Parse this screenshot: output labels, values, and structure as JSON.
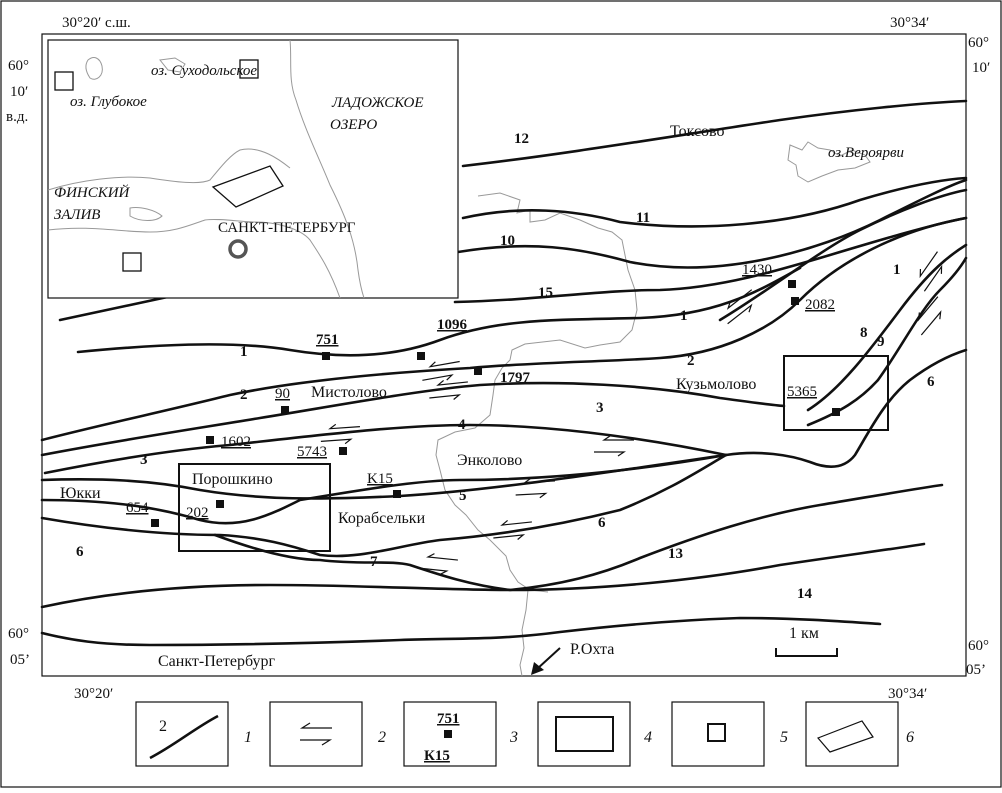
{
  "coordinates": {
    "top_left_lon": "30°20′ с.ш.",
    "top_right_lon": "30°34′",
    "bottom_left_lon": "30°20′",
    "bottom_right_lon": "30°34′",
    "left_top_lat_deg": "60°",
    "left_top_lat_min": "10′",
    "left_top_lat_unit": "в.д.",
    "right_top_lat_deg": "60°",
    "right_top_lat_min": "10′",
    "left_bottom_lat_deg": "60°",
    "left_bottom_lat_min": "05’",
    "right_bottom_lat_deg": "60°",
    "right_bottom_lat_min": "05’"
  },
  "inset": {
    "lake_sukhodolskoe": "оз. Суходольское",
    "lake_glubokoe": "оз. Глубокое",
    "ladoga_line1": "ЛАДОЖСКОЕ",
    "ladoga_line2": "ОЗЕРО",
    "gulf_line1": "ФИНСКИЙ",
    "gulf_line2": "ЗАЛИВ",
    "city": "САНКТ-ПЕТЕРБУРГ"
  },
  "places": {
    "toksovo": "Токсово",
    "lake_veroyarvi": "оз.Вероярви",
    "mistolovo": "Мистолово",
    "kuzmolovo": "Кузьмолово",
    "enkolovo": "Энколово",
    "poroshkino": "Порошкино",
    "yukki": "Юкки",
    "korabselki": "Корабсельки",
    "saint_petersburg": "Санкт-Петербург",
    "river_okhta": "Р.Охта"
  },
  "blocks": {
    "b12": "12",
    "b11": "11",
    "b10": "10",
    "b15": "15",
    "b1_left": "1",
    "b1_mid": "1",
    "b1_right": "1",
    "b2_left": "2",
    "b2_right": "2",
    "b3_left": "3",
    "b3_right": "3",
    "b4": "4",
    "b5": "5",
    "b6_left": "6",
    "b6_mid": "6",
    "b6_right": "6",
    "b7": "7",
    "b8": "8",
    "b9": "9",
    "b13": "13",
    "b14": "14"
  },
  "wells": {
    "w751": "751",
    "w1096": "1096",
    "w1797": "1797",
    "w90": "90",
    "w1602": "1602",
    "w5743": "5743",
    "wK15": "K15",
    "w654": "654",
    "w202": "202",
    "w1430": "1430",
    "w2082": "2082",
    "w5365": "5365"
  },
  "scale": {
    "label": "1 км"
  },
  "legend": {
    "item1_sample": "2",
    "item1_num": "1",
    "item2_num": "2",
    "item3_top": "751",
    "item3_bottom": "К15",
    "item3_num": "3",
    "item4_num": "4",
    "item5_num": "5",
    "item6_num": "6"
  }
}
